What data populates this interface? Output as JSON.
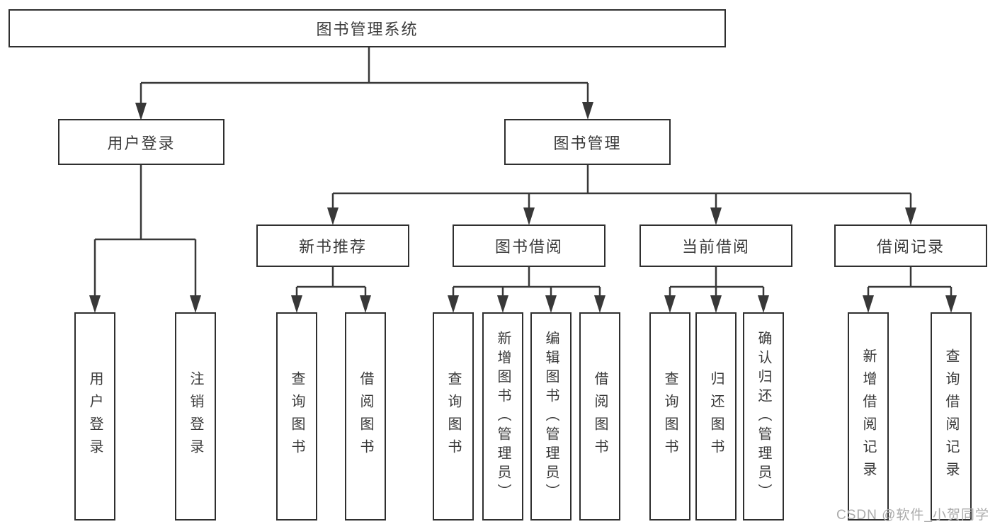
{
  "tree": {
    "label": "图书管理系统",
    "children": [
      {
        "label": "用户登录",
        "children": [
          {
            "label": "用户登录"
          },
          {
            "label": "注销登录"
          }
        ]
      },
      {
        "label": "图书管理",
        "children": [
          {
            "label": "新书推荐",
            "children": [
              {
                "label": "查询图书"
              },
              {
                "label": "借阅图书"
              }
            ]
          },
          {
            "label": "图书借阅",
            "children": [
              {
                "label": "查询图书"
              },
              {
                "label": "新增图书（管理员）"
              },
              {
                "label": "编辑图书（管理员）"
              },
              {
                "label": "借阅图书"
              }
            ]
          },
          {
            "label": "当前借阅",
            "children": [
              {
                "label": "查询图书"
              },
              {
                "label": "归还图书"
              },
              {
                "label": "确认归还（管理员）"
              }
            ]
          },
          {
            "label": "借阅记录",
            "children": [
              {
                "label": "新增借阅记录"
              },
              {
                "label": "查询借阅记录"
              }
            ]
          }
        ]
      }
    ]
  },
  "watermark": {
    "text": "CSDN @软件_小贺同学"
  },
  "colors": {
    "line": "#383838",
    "border": "#2f2f2f",
    "text": "#3a3a3a",
    "watermark": "#ababab",
    "bg": "#ffffff"
  }
}
